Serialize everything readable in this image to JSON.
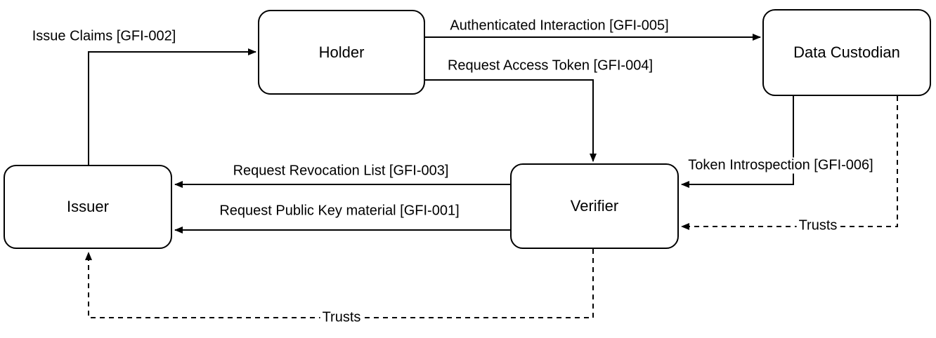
{
  "diagram": {
    "background_color": "#ffffff",
    "line_color": "#000000",
    "text_color": "#000000",
    "nodes": [
      {
        "id": "issuer",
        "label": "Issuer"
      },
      {
        "id": "holder",
        "label": "Holder"
      },
      {
        "id": "verifier",
        "label": "Verifier"
      },
      {
        "id": "data_custodian",
        "label": "Data Custodian"
      }
    ],
    "edges": [
      {
        "id": "gfi_002",
        "label": "Issue Claims [GFI-002]",
        "from": "issuer",
        "to": "holder",
        "line_style": "solid"
      },
      {
        "id": "gfi_005",
        "label": "Authenticated Interaction [GFI-005]",
        "from": "holder",
        "to": "data_custodian",
        "line_style": "solid"
      },
      {
        "id": "gfi_004",
        "label": "Request Access Token [GFI-004]",
        "from": "holder",
        "to": "verifier",
        "line_style": "solid"
      },
      {
        "id": "gfi_003",
        "label": "Request Revocation List [GFI-003]",
        "from": "verifier",
        "to": "issuer",
        "line_style": "solid"
      },
      {
        "id": "gfi_001",
        "label": "Request Public Key material [GFI-001]",
        "from": "verifier",
        "to": "issuer",
        "line_style": "solid"
      },
      {
        "id": "gfi_006",
        "label": "Token Introspection [GFI-006]",
        "from": "data_custodian",
        "to": "verifier",
        "line_style": "solid"
      },
      {
        "id": "trusts_dc_verifier",
        "label": "Trusts",
        "from": "data_custodian",
        "to": "verifier",
        "line_style": "dashed"
      },
      {
        "id": "trusts_verifier_issuer",
        "label": "Trusts",
        "from": "verifier",
        "to": "issuer",
        "line_style": "dashed"
      }
    ]
  }
}
